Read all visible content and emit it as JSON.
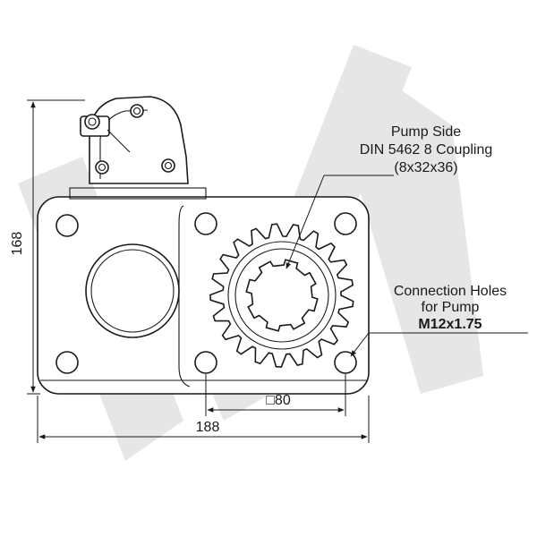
{
  "drawing": {
    "pump_side_title": "Pump Side",
    "coupling_standard": "DIN 5462 8 Coupling",
    "coupling_spec": "(8x32x36)",
    "connection_holes_line1": "Connection Holes",
    "connection_holes_line2": "for Pump",
    "thread_spec": "M12x1.75",
    "dim_height": "168",
    "dim_width": "188",
    "dim_square": "□80"
  },
  "colors": {
    "line": "#1a1a1a",
    "watermark": "#e6e6e6",
    "background": "#ffffff"
  }
}
